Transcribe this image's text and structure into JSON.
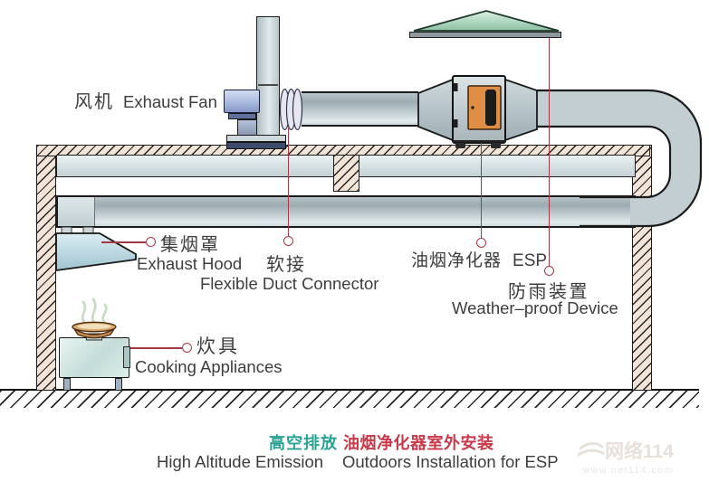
{
  "diagram": {
    "labels": {
      "fan": {
        "zh": "风机",
        "en": "Exhaust Fan"
      },
      "hood": {
        "zh": "集烟罩",
        "en": "Exhaust Hood"
      },
      "flex": {
        "zh": "软接",
        "en": "Flexible Duct Connector"
      },
      "esp": {
        "zh": "油烟净化器",
        "en": "ESP"
      },
      "weather": {
        "zh": "防雨装置",
        "en": "Weather–proof Device"
      },
      "cooking": {
        "zh": "炊具",
        "en": "Cooking Appliances"
      }
    },
    "caption": {
      "left": {
        "zh": "高空排放",
        "en": "High Altitude Emission"
      },
      "right": {
        "zh": "油烟净化器室外安装",
        "en": "Outdoors Installation for ESP"
      }
    },
    "watermark": {
      "brand": "网络114",
      "url": "www.net114.com"
    },
    "colors": {
      "leader_red": "#a63848",
      "caption_green": "#2aa396",
      "caption_red": "#c9394a",
      "esp_door_orange": "#df8f45",
      "rain_cap_green": "#8cc1a4",
      "duct_gray": "#c2ced2",
      "wall_hatch_beige": "#f3e4d8",
      "steam_green": "#c6ddc4",
      "fan_motor_blue": "#a9b9dd"
    }
  }
}
